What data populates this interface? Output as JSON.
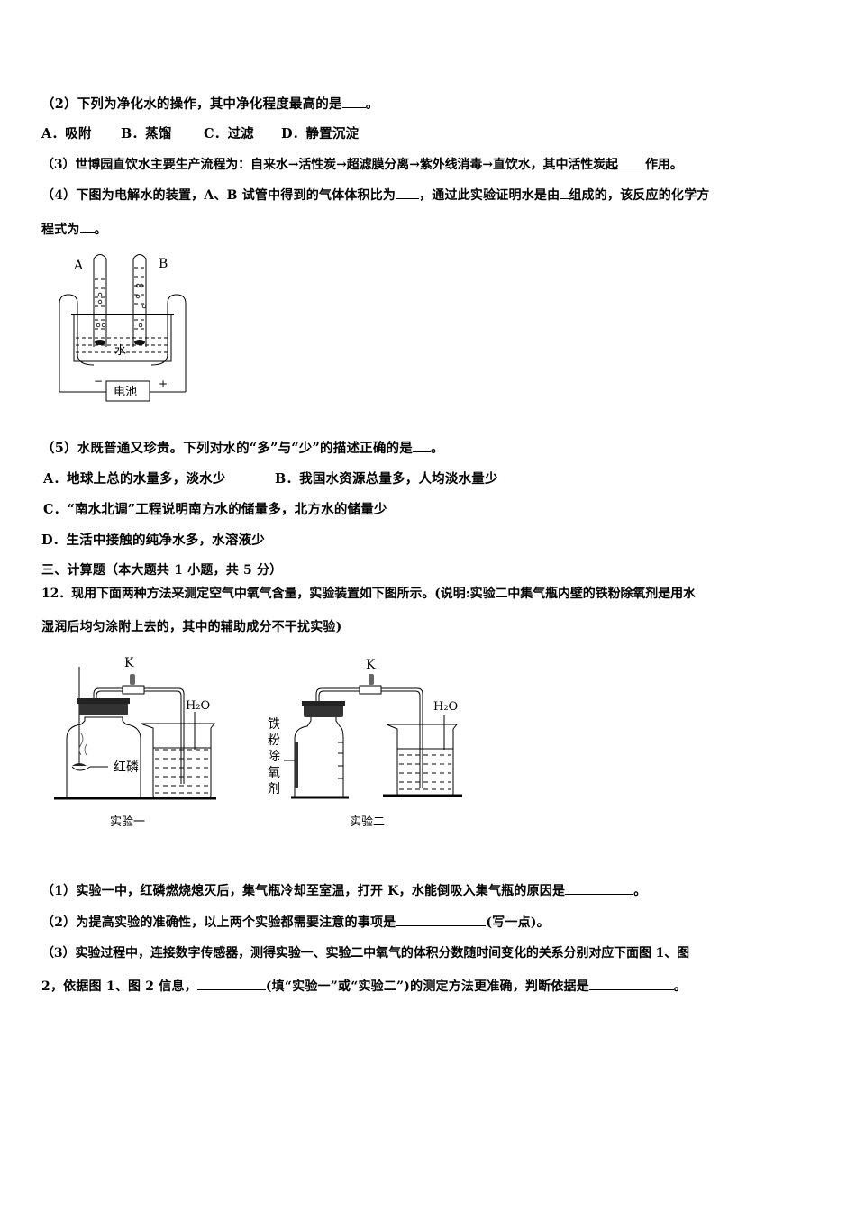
{
  "q2": {
    "stem": "（2）下列为净化水的操作，其中净化程度最高的是",
    "end": "。",
    "options": [
      "A．吸附",
      "B．蒸馏",
      "C．过滤",
      "D．静置沉淀"
    ]
  },
  "q3": {
    "text_before": "（3）世博园直饮水主要生产流程为：自来水→活性炭→超滤膜分离→紫外线消毒→直饮水，其中活性炭起",
    "text_after": "作用。"
  },
  "q4": {
    "line1_a": "（4）下图为电解水的装置，A、B 试管中得到的气体体积比为",
    "line1_b": "，通过此实验证明水是由",
    "line1_c": "组成的，该反应的化学方",
    "line2_a": "程式为",
    "line2_b": "。",
    "figure": {
      "tube_a_label": "A",
      "tube_b_label": "B",
      "water_label": "水",
      "battery_label": "电池",
      "minus": "−",
      "plus": "+"
    }
  },
  "q5": {
    "stem": "（5）水既普通又珍贵。下列对水的“多”与“少”的描述正确的是",
    "end": "。",
    "option_a": "A．地球上总的水量多，淡水少",
    "option_b": "B．我国水资源总量多，人均淡水量少",
    "option_c": "C．“南水北调”工程说明南方水的储量多，北方水的储量少",
    "option_d": "D．生活中接触的纯净水多，水溶液少"
  },
  "section3": {
    "heading": "三、计算题（本大题共 1 小题，共 5 分）"
  },
  "q12": {
    "line1": "12．现用下面两种方法来测定空气中氧气含量，实验装置如下图所示。(说明:实验二中集气瓶内壁的铁粉除氧剂是用水",
    "line2": "湿润后均匀涂附上去的，其中的辅助成分不干扰实验)",
    "fig1": {
      "valve_label": "K",
      "water_label": "H₂O",
      "phosphorus_label": "红磷",
      "caption": "实验一"
    },
    "fig2": {
      "valve_label": "K",
      "water_label": "H₂O",
      "agent_label": [
        "铁",
        "粉",
        "除",
        "氧",
        "剂"
      ],
      "caption": "实验二"
    },
    "sub1": {
      "before": "（1）实验一中，红磷燃烧熄灭后，集气瓶冷却至室温，打开 K，水能倒吸入集气瓶的原因是",
      "after": "。"
    },
    "sub2": {
      "before": "（2）为提高实验的准确性，以上两个实验都需要注意的事项是",
      "after": "(写一点)。"
    },
    "sub3": {
      "line1": "（3）实验过程中，连接数字传感器，测得实验一、实验二中氧气的体积分数随时间变化的关系分别对应下面图 1、图",
      "line2_a": "2，依据图 1、图 2 信息，",
      "line2_b": "(填“实验一”或“实验二”)的测定方法更准确，判断依据是",
      "line2_c": "。"
    }
  }
}
